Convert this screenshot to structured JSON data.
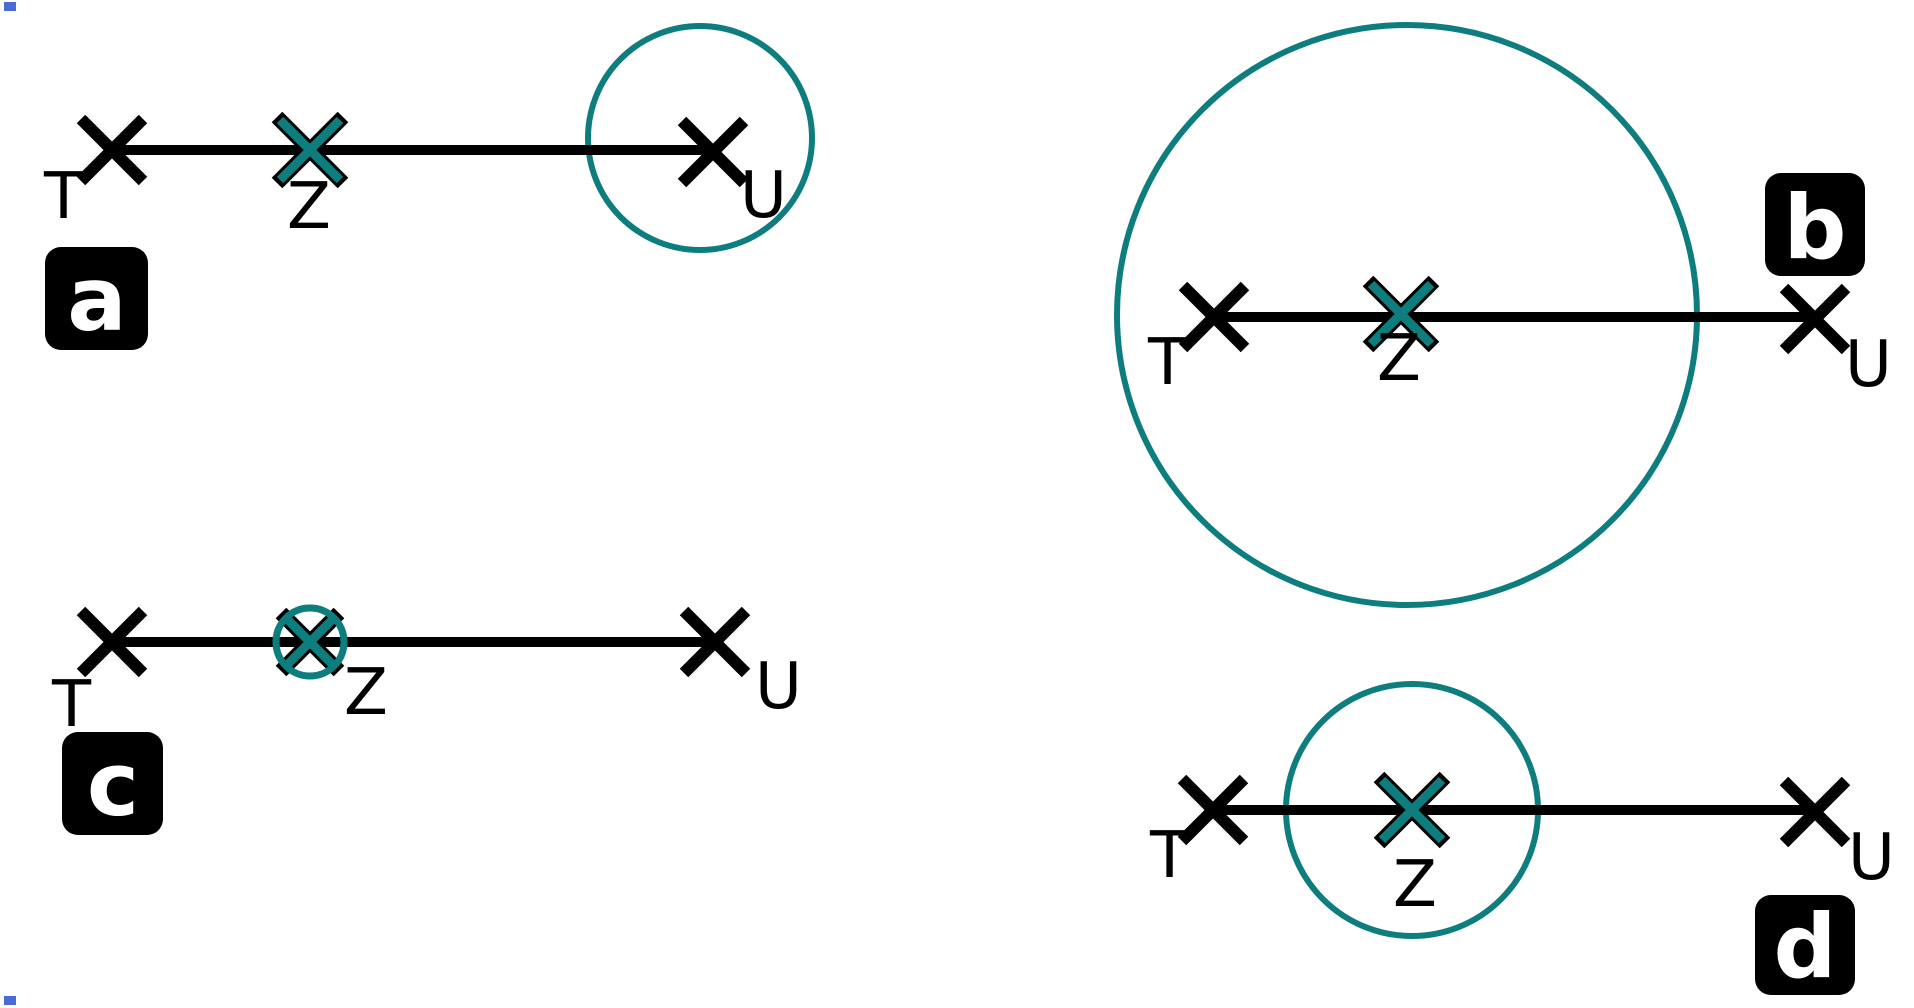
{
  "palette": {
    "ink": "#000000",
    "teal": "#0e7d7d",
    "background": "#ffffff",
    "artifact_blue": "#4a6bd4"
  },
  "options": [
    {
      "badge_label": "a",
      "point_t": "T",
      "point_z": "Z",
      "point_u": "U",
      "circle_centered_on": "U",
      "circle_size": "small"
    },
    {
      "badge_label": "b",
      "point_t": "T",
      "point_z": "Z",
      "point_u": "U",
      "circle_centered_on": "Z",
      "circle_size": "large"
    },
    {
      "badge_label": "c",
      "point_t": "T",
      "point_z": "Z",
      "point_u": "U",
      "circle_centered_on": "Z",
      "circle_size": "tiny"
    },
    {
      "badge_label": "d",
      "point_t": "T",
      "point_z": "Z",
      "point_u": "U",
      "circle_centered_on": "Z",
      "circle_size": "medium"
    }
  ]
}
